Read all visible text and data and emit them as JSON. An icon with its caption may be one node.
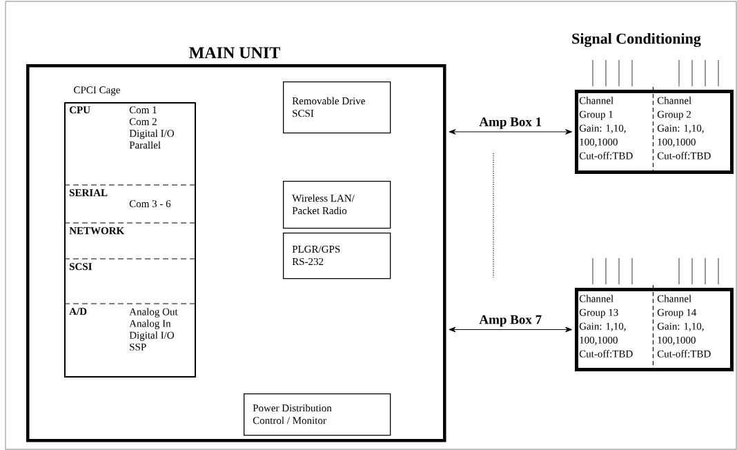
{
  "diagram": {
    "nodes": [
      {
        "text": [
          "MAIN UNIT"
        ]
      },
      {
        "text": [
          "CPCI Cage"
        ],
        "in": 0
      },
      {
        "text": [
          "CPU",
          "Com 1",
          "Com 2",
          "Digital I/O",
          "Parallel"
        ],
        "in": 1
      },
      {
        "text": [
          "SERIAL",
          "Com 3 - 6"
        ],
        "in": 1
      },
      {
        "text": [
          "NETWORK"
        ],
        "in": 1
      },
      {
        "text": [
          "SCSI"
        ],
        "in": 1
      },
      {
        "text": [
          "A/D",
          "Analog Out",
          "Analog In",
          "Digital I/O",
          "SSP"
        ],
        "in": 1
      },
      {
        "text": [
          "Removable Drive",
          "SCSI"
        ],
        "in": 0
      },
      {
        "text": [
          "Wireless LAN/",
          "Packet Radio"
        ],
        "in": 0
      },
      {
        "text": [
          "PLGR/GPS",
          "RS-232"
        ],
        "in": 0
      },
      {
        "text": [
          "Power Distribution",
          "Control / Monitor"
        ],
        "in": 0
      },
      {
        "text": [],
        "shape": "box"
      },
      {
        "text": [
          "Channel",
          "Group 1",
          "Gain: 1,10,",
          "100,1000",
          "Cut-off:TBD"
        ],
        "in": 11
      },
      {
        "text": [
          "Channel",
          "Group 2",
          "Gain: 1,10,",
          "100,1000",
          "Cut-off:TBD"
        ],
        "in": 11
      },
      {
        "text": [],
        "shape": "box"
      },
      {
        "text": [
          "Channel",
          "Group 13",
          "Gain: 1,10,",
          "100,1000",
          "Cut-off:TBD"
        ],
        "in": 14
      },
      {
        "text": [
          "Channel",
          "Group 14",
          "Gain: 1,10,",
          "100,1000",
          "Cut-off:TBD"
        ],
        "in": 14
      }
    ],
    "edges": [
      {
        "from": 0,
        "to": 11,
        "arrow": "both",
        "label": "Amp Box 1"
      },
      {
        "from": 0,
        "to": 14,
        "arrow": "both",
        "label": "Amp Box 7"
      }
    ],
    "labels": [
      "Signal Conditioning"
    ]
  }
}
